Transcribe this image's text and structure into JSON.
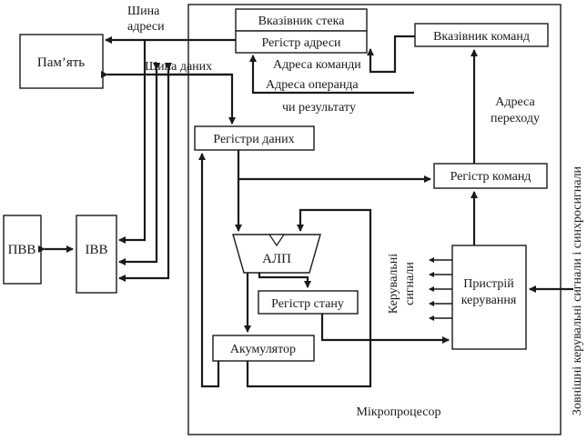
{
  "diagram": {
    "labels": {
      "address_bus": [
        "Шина",
        "адреси"
      ],
      "data_bus": "Шина даних",
      "command_address": "Адреса команди",
      "operand_address": [
        "Адреса операнда",
        "чи результату"
      ],
      "jump_address": [
        "Адреса",
        "переходу"
      ],
      "control_signals": [
        "Керувальні",
        "сигнали"
      ],
      "external_signals": "Зовнішні керувальні сигнали і синхросигнали",
      "microprocessor": "Мікропроцесор"
    },
    "blocks": {
      "memory": "Пам’ять",
      "pivv": "ПВВ",
      "ivv": "ІВВ",
      "stack_pointer": "Вказівник стека",
      "address_register": "Регістр адреси",
      "instruction_pointer": "Вказівник команд",
      "data_registers": "Регістри даних",
      "instruction_register": "Регістр команд",
      "alu": "АЛП",
      "status_register": "Регістр стану",
      "accumulator": "Акумулятор",
      "control_unit": [
        "Пристрій",
        "керування"
      ]
    }
  }
}
